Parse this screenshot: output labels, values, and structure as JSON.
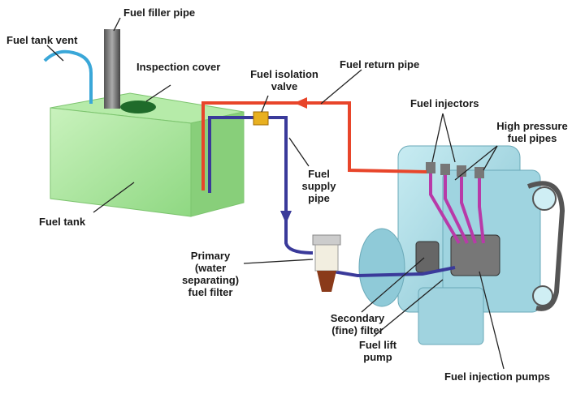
{
  "labels": {
    "fuel_filler_pipe": "Fuel filler pipe",
    "fuel_tank_vent": "Fuel tank vent",
    "inspection_cover": "Inspection cover",
    "fuel_isolation_valve_1": "Fuel isolation",
    "fuel_isolation_valve_2": "valve",
    "fuel_return_pipe": "Fuel return pipe",
    "fuel_injectors": "Fuel injectors",
    "high_pressure_1": "High pressure",
    "high_pressure_2": "fuel pipes",
    "fuel_supply_1": "Fuel",
    "fuel_supply_2": "supply",
    "fuel_supply_3": "pipe",
    "fuel_tank": "Fuel tank",
    "primary_filter_1": "Primary",
    "primary_filter_2": "(water",
    "primary_filter_3": "separating)",
    "primary_filter_4": "fuel filter",
    "secondary_filter_1": "Secondary",
    "secondary_filter_2": "(fine) filter",
    "fuel_lift_pump_1": "Fuel lift",
    "fuel_lift_pump_2": "pump",
    "fuel_injection_pumps": "Fuel injection pumps"
  },
  "colors": {
    "tank": "#a6e39a",
    "return_pipe": "#e8452a",
    "supply_pipe": "#3a3a9a",
    "vent": "#3aa7d8",
    "high_pressure_pipes": "#b83aa8",
    "engine": "#a9dbe6"
  }
}
